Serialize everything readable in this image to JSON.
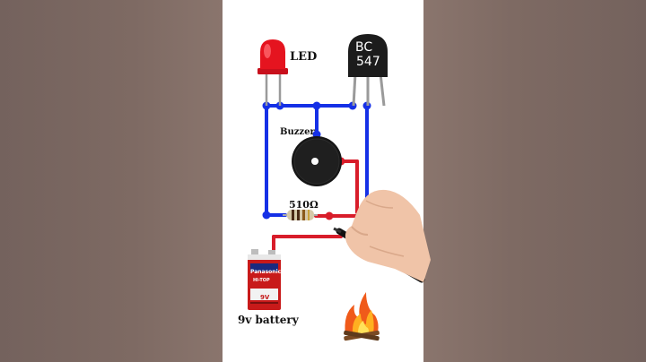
{
  "labels": {
    "led": "LED",
    "transistor_line1": "BC",
    "transistor_line2": "547",
    "buzzer": "Buzzer",
    "resistor": "510Ω",
    "battery": "9v battery",
    "battery_brand": "Panasonic",
    "battery_line": "HI-TOP",
    "battery_voltage": "9V"
  },
  "colors": {
    "wire_blue": "#1530e6",
    "wire_red": "#d81d2a",
    "background_side": "#7e6a63",
    "panel": "#ffffff"
  },
  "icons": {
    "fire": "fire-icon",
    "hand": "hand-with-pen"
  }
}
